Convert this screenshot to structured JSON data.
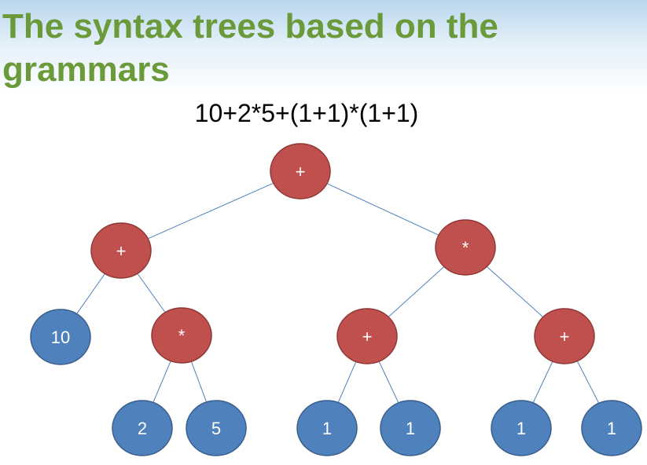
{
  "slide": {
    "title": "The syntax trees based on the grammars",
    "expression": "10+2*5+(1+1)*(1+1)"
  },
  "colors": {
    "operator_fill": "#c0504d",
    "operator_stroke": "#8c3836",
    "operand_fill": "#4f81bd",
    "operand_stroke": "#385d8a",
    "edge": "#4f81bd",
    "title": "#6a9a3a"
  },
  "tree": {
    "nodes": [
      {
        "id": "root",
        "label": "+",
        "kind": "operator"
      },
      {
        "id": "left-plus",
        "label": "+",
        "kind": "operator"
      },
      {
        "id": "right-times",
        "label": "*",
        "kind": "operator"
      },
      {
        "id": "ten",
        "label": "10",
        "kind": "operand"
      },
      {
        "id": "left-times",
        "label": "*",
        "kind": "operator"
      },
      {
        "id": "rl-plus",
        "label": "+",
        "kind": "operator"
      },
      {
        "id": "rr-plus",
        "label": "+",
        "kind": "operator"
      },
      {
        "id": "two",
        "label": "2",
        "kind": "operand"
      },
      {
        "id": "five",
        "label": "5",
        "kind": "operand"
      },
      {
        "id": "one-a",
        "label": "1",
        "kind": "operand"
      },
      {
        "id": "one-b",
        "label": "1",
        "kind": "operand"
      },
      {
        "id": "one-c",
        "label": "1",
        "kind": "operand"
      },
      {
        "id": "one-d",
        "label": "1",
        "kind": "operand"
      }
    ],
    "edges": [
      {
        "from": "root",
        "to": "left-plus"
      },
      {
        "from": "root",
        "to": "right-times"
      },
      {
        "from": "left-plus",
        "to": "ten"
      },
      {
        "from": "left-plus",
        "to": "left-times"
      },
      {
        "from": "left-times",
        "to": "two"
      },
      {
        "from": "left-times",
        "to": "five"
      },
      {
        "from": "right-times",
        "to": "rl-plus"
      },
      {
        "from": "right-times",
        "to": "rr-plus"
      },
      {
        "from": "rl-plus",
        "to": "one-a"
      },
      {
        "from": "rl-plus",
        "to": "one-b"
      },
      {
        "from": "rr-plus",
        "to": "one-c"
      },
      {
        "from": "rr-plus",
        "to": "one-d"
      }
    ]
  }
}
